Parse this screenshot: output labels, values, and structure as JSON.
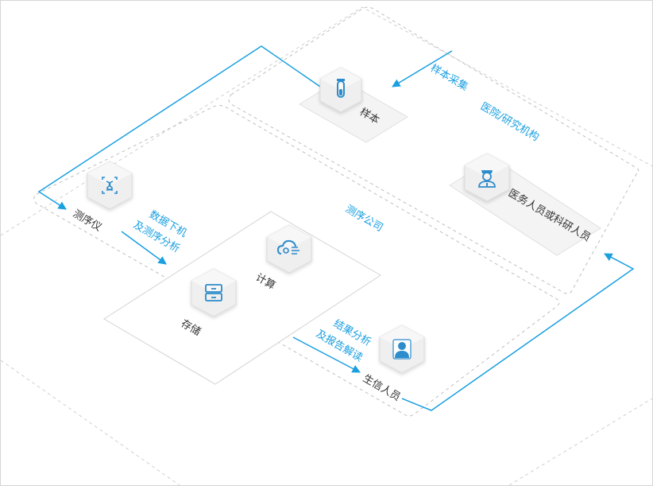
{
  "diagram": {
    "nodes": {
      "sample": {
        "label": "样本",
        "icon": "test-tube-icon"
      },
      "sequencer": {
        "label": "测序仪",
        "icon": "sequencer-icon"
      },
      "compute": {
        "label": "计算",
        "icon": "cloud-compute-icon"
      },
      "storage": {
        "label": "存储",
        "icon": "storage-drawer-icon"
      },
      "bioinfo": {
        "label": "生信人员",
        "icon": "person-icon"
      },
      "doctor": {
        "label": "医务人员或科研人员",
        "icon": "doctor-icon"
      }
    },
    "regions": {
      "hospital": "医院/研究机构",
      "company": "测序公司"
    },
    "flows": {
      "sample_collection": "样本采集",
      "data_offload": [
        "数据下机",
        "及测序分析"
      ],
      "result_analysis": [
        "结果分析",
        "及报告解读"
      ]
    },
    "colors": {
      "accent": "#1a9fe0",
      "region_border": "#bfbfbf",
      "cube_face": "#f2f2f2",
      "icon_blue": "#2d8ccb"
    }
  }
}
